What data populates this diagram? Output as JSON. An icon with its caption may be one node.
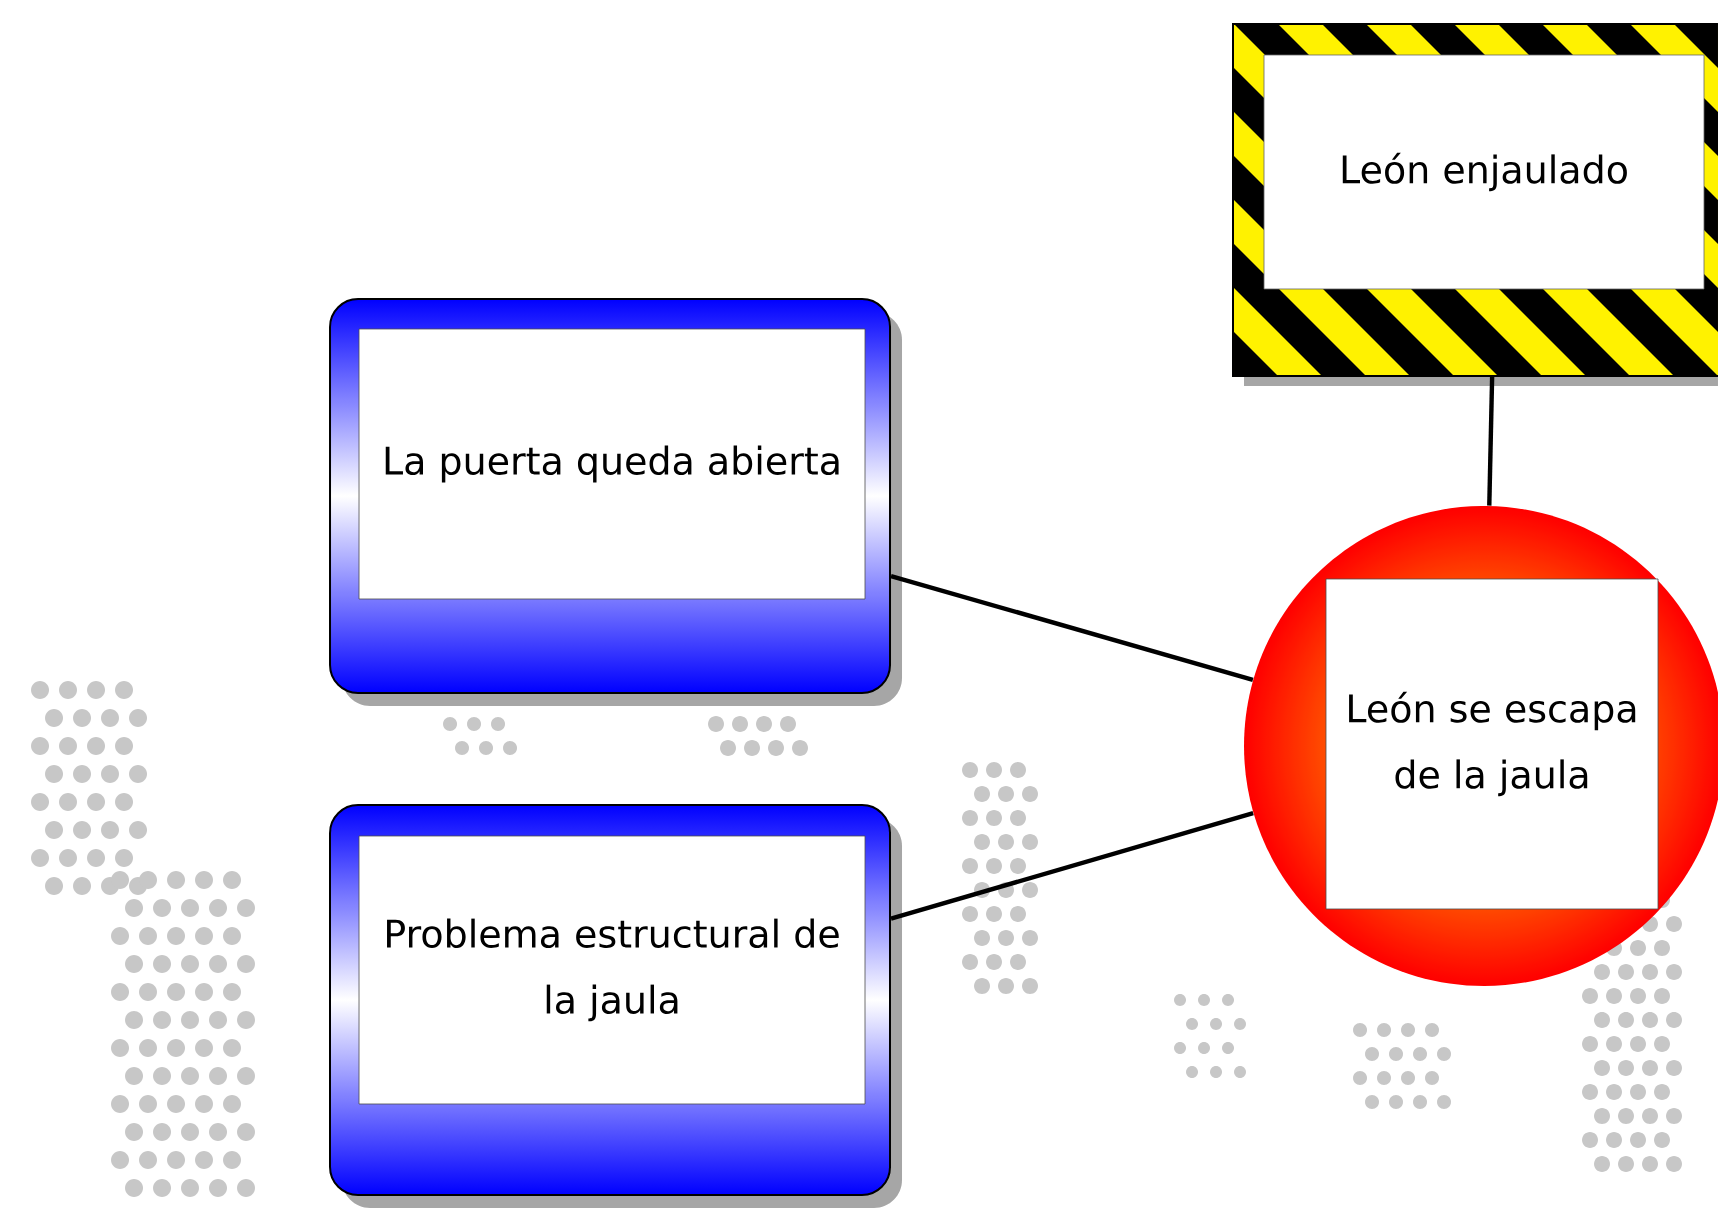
{
  "diagram": {
    "nodes": [
      {
        "text": [
          "León enjaulado"
        ]
      },
      {
        "text": [
          "La puerta queda abierta"
        ]
      },
      {
        "text": [
          "León se escapa de la jaula"
        ]
      },
      {
        "text": [
          "Problema estructural de la jaula"
        ]
      }
    ],
    "edges": [
      {
        "from": 0,
        "to": 2,
        "arrow": "none"
      },
      {
        "from": 1,
        "to": 2,
        "arrow": "none"
      },
      {
        "from": 3,
        "to": 2,
        "arrow": "none"
      }
    ]
  }
}
